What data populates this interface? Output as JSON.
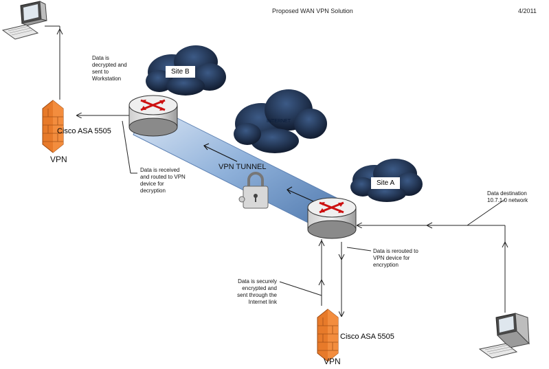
{
  "header": {
    "title": "Proposed WAN VPN Solution",
    "date": "4/2011"
  },
  "sites": {
    "site_b": "Site B",
    "site_a": "Site A"
  },
  "internet_label": "INTERNET",
  "tunnel_label": "VPN TUNNEL",
  "devices": {
    "asa_top": "Cisco ASA 5505",
    "asa_bottom": "Cisco ASA 5505",
    "vpn_top": "VPN",
    "vpn_bottom": "VPN"
  },
  "notes": {
    "decrypted": "Data is decrypted and sent to Workstation",
    "received": "Data is received and routed to VPN device for decryption",
    "destination": "Data destination 10.7.1.0 network",
    "rerouted": "Data is rerouted to VPN device for encryption",
    "encrypted": "Data is securely encrypted and sent through the Internet link"
  },
  "colors": {
    "tunnel": "#9ab8dc",
    "cloud": "#18253d",
    "firewall": "#e77a2a",
    "arrow": "#cc1111"
  }
}
